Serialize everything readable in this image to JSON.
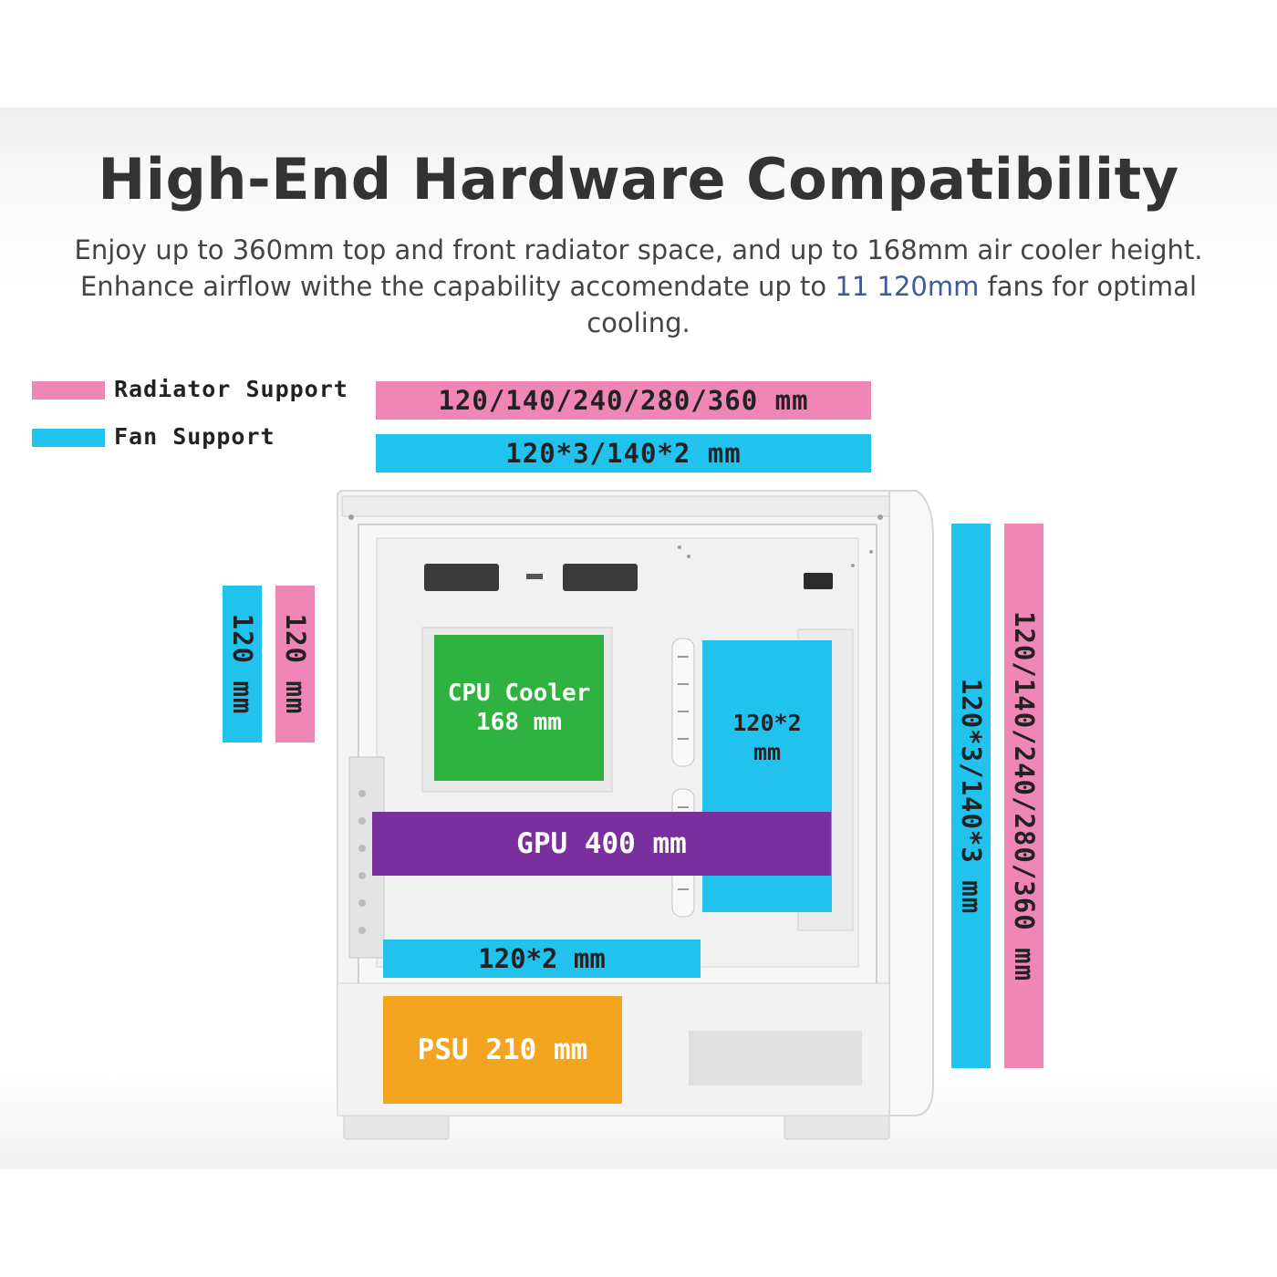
{
  "header": {
    "title": "High-End Hardware Compatibility",
    "desc_part1": "Enjoy up to 360mm top and front radiator space, and up to  168mm air cooler height. Enhance airflow withe the capability  accomendate up to ",
    "desc_highlight": "11 120mm",
    "desc_part2": " fans for optimal cooling."
  },
  "legend": {
    "radiator": "Radiator Support",
    "fan": "Fan Support"
  },
  "top": {
    "radiator": "120/140/240/280/360 mm",
    "fan": "120*3/140*2 mm"
  },
  "rear": {
    "fan": "120 mm",
    "radiator": "120 mm"
  },
  "front": {
    "fan": "120*3/140*3 mm",
    "radiator": "120/140/240/280/360 mm"
  },
  "interior": {
    "cpu_cooler_line1": "CPU Cooler",
    "cpu_cooler_line2": "168 mm",
    "side_fan_line1": "120*2",
    "side_fan_line2": "mm",
    "gpu": "GPU 400 mm",
    "bottom_fan": "120*2 mm",
    "psu": "PSU 210 mm"
  },
  "colors": {
    "radiator": "#ef86b6",
    "fan": "#22c2ee",
    "cpu": "#2fb340",
    "gpu": "#7a2f9e",
    "psu": "#f3a51f",
    "highlight": "#3d5a9a"
  }
}
